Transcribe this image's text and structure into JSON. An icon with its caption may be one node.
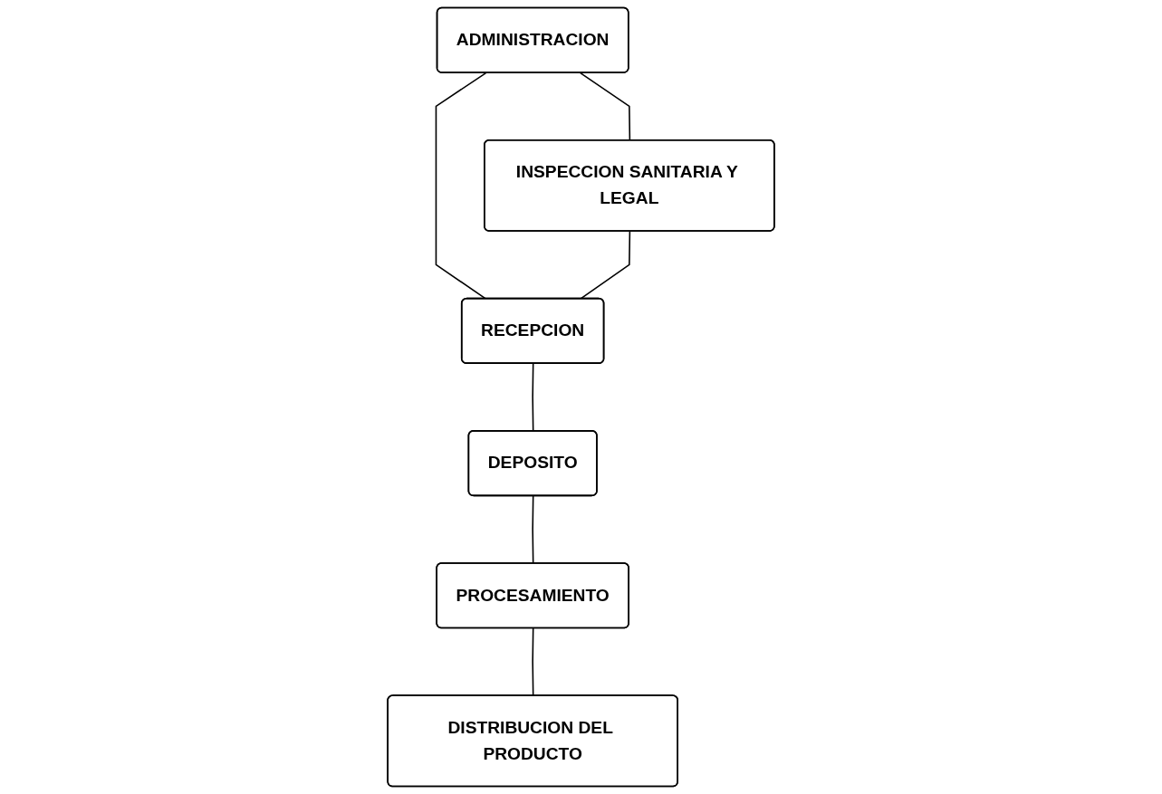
{
  "diagram": {
    "nodes": [
      {
        "text": [
          "ADMINISTRACION"
        ]
      },
      {
        "text": [
          "INSPECCION SANITARIA Y LEGAL"
        ]
      },
      {
        "text": [
          "RECEPCION"
        ]
      },
      {
        "text": [
          "DEPOSITO"
        ]
      },
      {
        "text": [
          "PROCESAMIENTO"
        ]
      },
      {
        "text": [
          "DISTRIBUCION DEL PRODUCTO"
        ]
      }
    ],
    "edges": [
      {
        "from": 0,
        "to": 1,
        "arrow": "none"
      },
      {
        "from": 0,
        "to": 2,
        "arrow": "none"
      },
      {
        "from": 1,
        "to": 2,
        "arrow": "none"
      },
      {
        "from": 2,
        "to": 3,
        "arrow": "none"
      },
      {
        "from": 3,
        "to": 4,
        "arrow": "none"
      },
      {
        "from": 4,
        "to": 5,
        "arrow": "none"
      }
    ]
  }
}
